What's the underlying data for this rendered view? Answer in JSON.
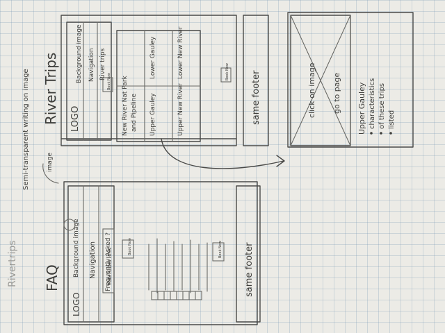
{
  "faq_page": {
    "title_faint": "Rivertrips",
    "title": "FAQ",
    "background_image": "Background image",
    "logo": "LOGO",
    "navigation": "Navigation",
    "faq_heading": "Frequently Asked ?",
    "youtube_link": "YouTube link",
    "book_now_1": "Book Now",
    "book_now_2": "Book Now",
    "footer": "same footer"
  },
  "annotation": {
    "text": "Semi-transparent writing on image",
    "sub": "image"
  },
  "river_page": {
    "title": "River Trips",
    "background_image": "Background image",
    "logo": "LOGO",
    "navigation": "Navigation",
    "nav_sub": "River trips",
    "book_now": "Book Now",
    "book_now_bottom": "Book Now",
    "grid": [
      [
        "New River Nat Park",
        "Lower Gauley"
      ],
      [
        "and Pipeline",
        "Lower New River"
      ],
      [
        "Upper Gauley",
        ""
      ],
      [
        "Upper New River",
        ""
      ]
    ],
    "footer": "same footer"
  },
  "detail_page": {
    "click_text": "click on image",
    "go_text": "go to page",
    "desc_title": "Upper Gauley",
    "bullets": [
      "characteristics",
      "of these trips",
      "listed"
    ]
  }
}
